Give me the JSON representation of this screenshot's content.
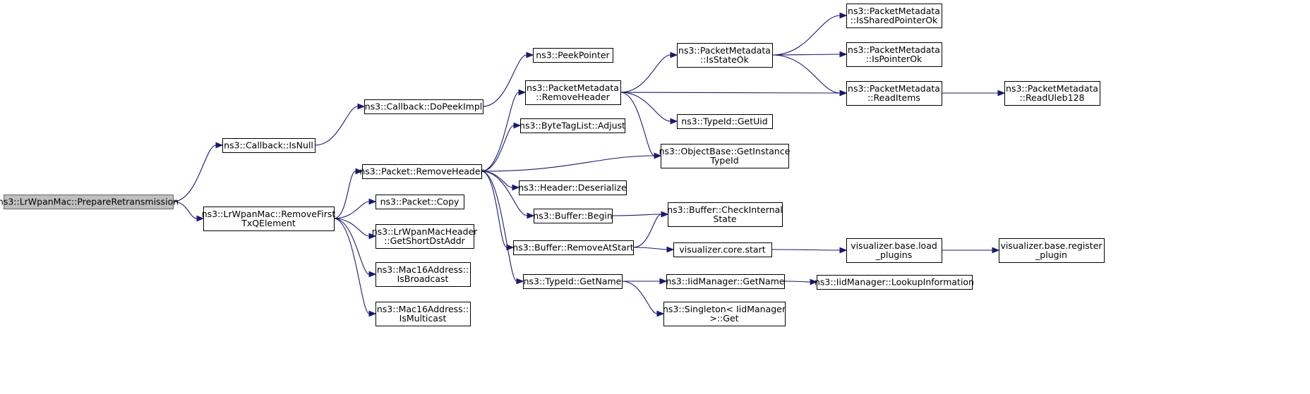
{
  "colors": {
    "edge": "#191970",
    "root_fill": "#bfbfbf",
    "node_fill": "#ffffff",
    "node_border": "#000000"
  },
  "nodes": {
    "n0": {
      "lines": [
        "ns3::LrWpanMac::PrepareRetransmission"
      ],
      "root": true
    },
    "n1": {
      "lines": [
        "ns3::Callback::IsNull"
      ]
    },
    "n2": {
      "lines": [
        "ns3::Callback::DoPeekImpl"
      ]
    },
    "n3": {
      "lines": [
        "ns3::PeekPointer"
      ]
    },
    "n4": {
      "lines": [
        "ns3::LrWpanMac::RemoveFirst",
        "TxQElement"
      ]
    },
    "n5": {
      "lines": [
        "ns3::Packet::RemoveHeader"
      ]
    },
    "n6": {
      "lines": [
        "ns3::PacketMetadata",
        "::RemoveHeader"
      ]
    },
    "n7": {
      "lines": [
        "ns3::PacketMetadata",
        "::IsStateOk"
      ]
    },
    "n8": {
      "lines": [
        "ns3::PacketMetadata",
        "::IsSharedPointerOk"
      ]
    },
    "n9": {
      "lines": [
        "ns3::PacketMetadata",
        "::IsPointerOk"
      ]
    },
    "n10": {
      "lines": [
        "ns3::PacketMetadata",
        "::ReadItems"
      ]
    },
    "n11": {
      "lines": [
        "ns3::PacketMetadata",
        "::ReadUleb128"
      ]
    },
    "n12": {
      "lines": [
        "ns3::TypeId::GetUid"
      ]
    },
    "n13": {
      "lines": [
        "ns3::ObjectBase::GetInstance",
        "TypeId"
      ]
    },
    "n14": {
      "lines": [
        "ns3::ByteTagList::Adjust"
      ]
    },
    "n15": {
      "lines": [
        "ns3::Header::Deserialize"
      ]
    },
    "n16": {
      "lines": [
        "ns3::Buffer::Begin"
      ]
    },
    "n17": {
      "lines": [
        "ns3::Buffer::CheckInternal",
        "State"
      ]
    },
    "n18": {
      "lines": [
        "ns3::Buffer::RemoveAtStart"
      ]
    },
    "n19": {
      "lines": [
        "visualizer.core.start"
      ]
    },
    "n20": {
      "lines": [
        "visualizer.base.load",
        "_plugins"
      ]
    },
    "n21": {
      "lines": [
        "visualizer.base.register",
        "_plugin"
      ]
    },
    "n22": {
      "lines": [
        "ns3::TypeId::GetName"
      ]
    },
    "n23": {
      "lines": [
        "ns3::IidManager::GetName"
      ]
    },
    "n24": {
      "lines": [
        "ns3::IidManager::LookupInformation"
      ]
    },
    "n25": {
      "lines": [
        "ns3::Singleton< IidManager",
        ">::Get"
      ]
    },
    "n26": {
      "lines": [
        "ns3::Packet::Copy"
      ]
    },
    "n27": {
      "lines": [
        "ns3::LrWpanMacHeader",
        "::GetShortDstAddr"
      ]
    },
    "n28": {
      "lines": [
        "ns3::Mac16Address::",
        "IsBroadcast"
      ]
    },
    "n29": {
      "lines": [
        "ns3::Mac16Address::",
        "IsMulticast"
      ]
    }
  },
  "edges": [
    [
      "n0",
      "n1"
    ],
    [
      "n0",
      "n4"
    ],
    [
      "n1",
      "n2"
    ],
    [
      "n2",
      "n3"
    ],
    [
      "n4",
      "n5"
    ],
    [
      "n4",
      "n26"
    ],
    [
      "n4",
      "n27"
    ],
    [
      "n4",
      "n28"
    ],
    [
      "n4",
      "n29"
    ],
    [
      "n5",
      "n6"
    ],
    [
      "n5",
      "n14"
    ],
    [
      "n5",
      "n13"
    ],
    [
      "n5",
      "n15"
    ],
    [
      "n5",
      "n16"
    ],
    [
      "n5",
      "n18"
    ],
    [
      "n5",
      "n22"
    ],
    [
      "n6",
      "n7"
    ],
    [
      "n6",
      "n10"
    ],
    [
      "n6",
      "n12"
    ],
    [
      "n6",
      "n13"
    ],
    [
      "n7",
      "n8"
    ],
    [
      "n7",
      "n9"
    ],
    [
      "n7",
      "n10"
    ],
    [
      "n10",
      "n11"
    ],
    [
      "n16",
      "n17"
    ],
    [
      "n18",
      "n17"
    ],
    [
      "n18",
      "n19"
    ],
    [
      "n19",
      "n20"
    ],
    [
      "n20",
      "n21"
    ],
    [
      "n22",
      "n23"
    ],
    [
      "n22",
      "n25"
    ],
    [
      "n23",
      "n24"
    ]
  ]
}
